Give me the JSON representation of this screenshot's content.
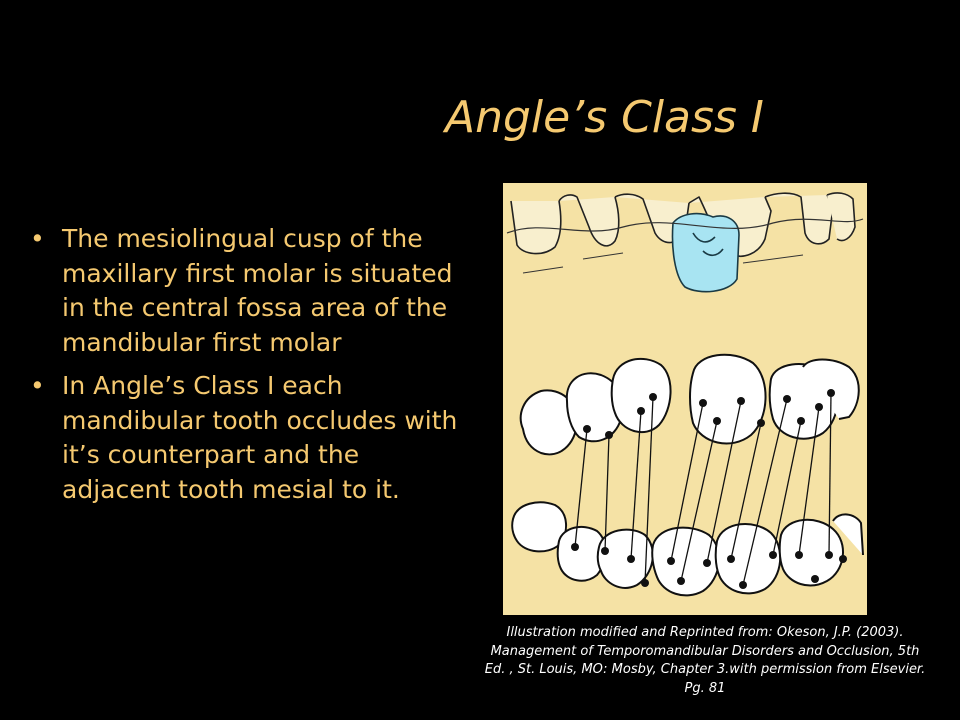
{
  "slide": {
    "title": "Angle’s Class I",
    "bullets": [
      "The mesiolingual cusp of the maxillary first molar is situated in the central fossa area of the mandibular first molar",
      "In Angle’s Class I each mandibular tooth occludes with it’s counterpart and the adjacent tooth mesial to it."
    ],
    "caption": "Illustration modified and Reprinted from: Okeson, J.P. (2003). Management of Temporomandibular Disorders and Occlusion, 5th Ed. , St. Louis, MO: Mosby, Chapter 3.with permission from Elsevier. Pg. 81"
  },
  "colors": {
    "background": "#000000",
    "title": "#F5C970",
    "body_text": "#F5C970",
    "caption": "#FFFFFF",
    "figure_background": "#F5E2A5",
    "highlight_tooth": "#A8E4F2"
  }
}
